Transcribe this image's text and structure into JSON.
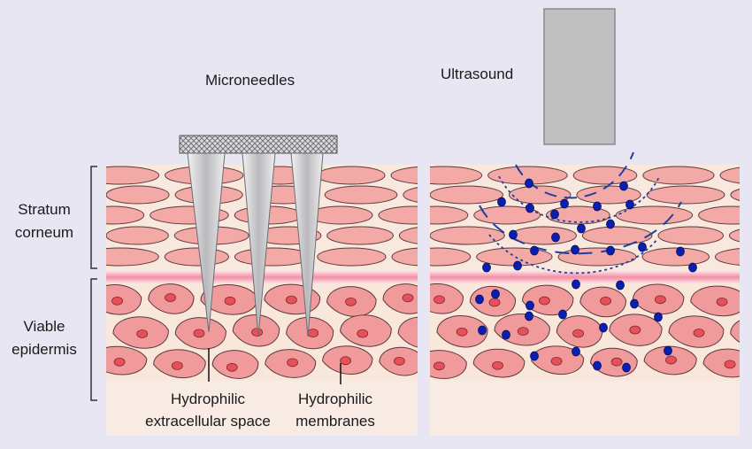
{
  "labels": {
    "microneedles": "Microneedles",
    "ultrasound": "Ultrasound",
    "stratum_corneum_1": "Stratum",
    "stratum_corneum_2": "corneum",
    "viable_epidermis_1": "Viable",
    "viable_epidermis_2": "epidermis",
    "hydrophilic_extracellular_1": "Hydrophilic",
    "hydrophilic_extracellular_2": "extracellular space",
    "hydrophilic_membranes_1": "Hydrophilic",
    "hydrophilic_membranes_2": "membranes"
  },
  "colors": {
    "background": "#e9e6f3",
    "tissue_background": "#f7e6dc",
    "corneocyte_fill": "#f3a9a6",
    "cell_fill": "#f09a9c",
    "nucleus_fill": "#e7505a",
    "junction_band": "#f6a7b5",
    "outline": "#5a3a3a",
    "needle_fill": "#cfcfd2",
    "transducer_fill": "#c0c0c0",
    "ultrasound_wave": "#1f3f9e",
    "particle_fill": "#0a1fb0"
  }
}
